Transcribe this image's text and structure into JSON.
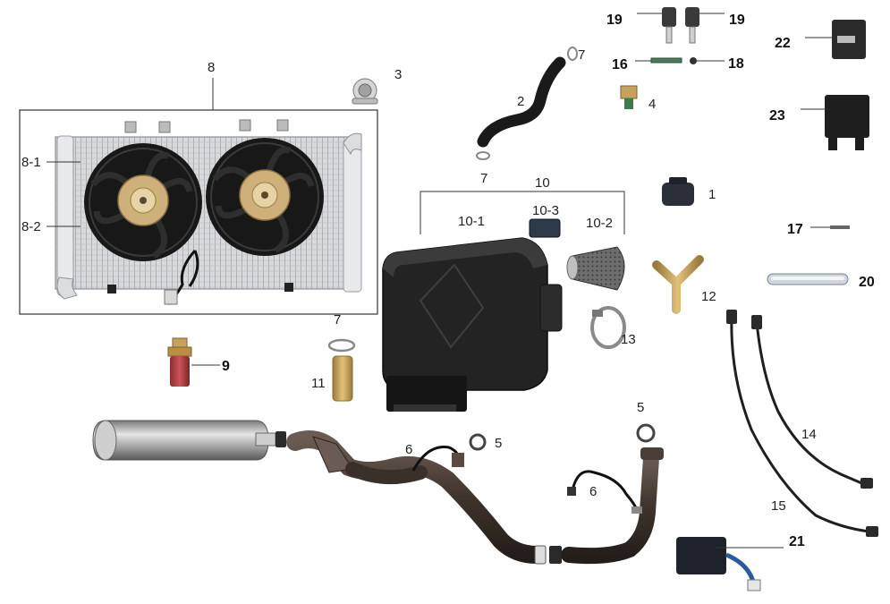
{
  "labels": {
    "p8": "8",
    "p8_1": "8-1",
    "p8_2": "8-2",
    "p3": "3",
    "p2": "2",
    "p7_top": "7",
    "p7_mid": "7",
    "p7_low": "7",
    "p19_left": "19",
    "p19_right": "19",
    "p16": "16",
    "p18": "18",
    "p4": "4",
    "p22": "22",
    "p23": "23",
    "p10": "10",
    "p10_1": "10-1",
    "p10_3": "10-3",
    "p10_2": "10-2",
    "p1": "1",
    "p17": "17",
    "p20": "20",
    "p12": "12",
    "p13": "13",
    "p9": "9",
    "p11": "11",
    "p5_mid": "5",
    "p5_right": "5",
    "p6_mid": "6",
    "p6_right": "6",
    "p14": "14",
    "p15": "15",
    "p21": "21"
  },
  "colors": {
    "radiator": "#c9cccf",
    "fan": "#1c1c1c",
    "motor": "#c9a96a",
    "airbox": "#222222",
    "hose": "#1a1a1a",
    "muffler": "#b8b8b8",
    "exhaust_pipe": "#4a3f38",
    "brass": "#c8a25a",
    "clamp": "#9a9a9a",
    "cable": "#1f1f1f"
  },
  "icons": {
    "radiator": "radiator-fan-assembly-icon",
    "thermostat": "thermostat-cap-icon",
    "hose": "coolant-hose-icon",
    "airbox": "air-filter-box-icon",
    "filter": "cone-air-filter-icon",
    "muffler": "muffler-icon",
    "exhaust": "exhaust-pipe-icon",
    "o2sensor": "oxygen-sensor-icon",
    "relay": "relay-module-icon",
    "cdi": "cdi-unit-icon",
    "switch": "temperature-switch-icon"
  }
}
